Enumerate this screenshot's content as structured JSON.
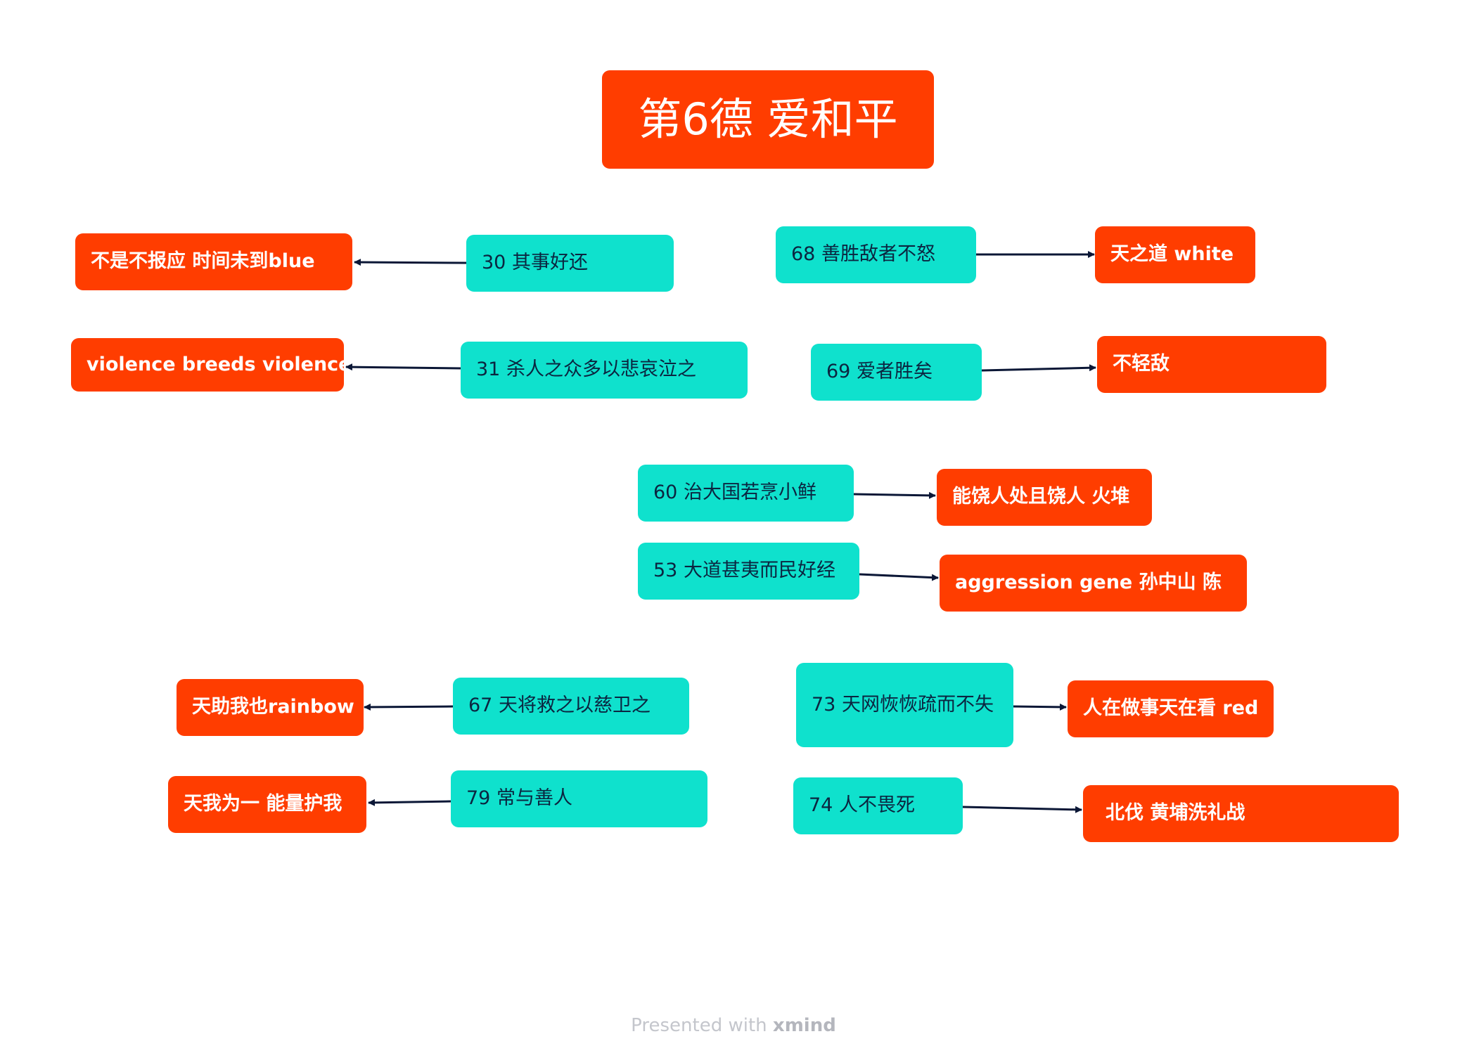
{
  "title": "第6德 爱和平",
  "nodes": {
    "n30": "30 其事好还",
    "blue": "不是不报应 时间未到blue",
    "n31": "31 杀人之众多以悲哀泣之",
    "violence": "violence breeds violence",
    "n68": "68 善胜敌者不怒",
    "white": "天之道 white",
    "n69": "69 爱者胜矣",
    "qingdi": "不轻敌",
    "n60": "60 治大国若烹小鲜",
    "huodui": "能饶人处且饶人 火堆",
    "n53": "53 大道甚夷而民好经",
    "aggression": "aggression gene 孙中山 陈",
    "n67": "67 天将救之以慈卫之",
    "rainbow": "天助我也rainbow",
    "n79": "79 常与善人",
    "huwo": "天我为一 能量护我",
    "n73": "73 天网恢恢疏而不失",
    "red": "人在做事天在看 red",
    "n74": "74 人不畏死",
    "beifa": "北伐 黄埔洗礼战"
  },
  "colors": {
    "topic_orange": "#ff3d00",
    "topic_cyan": "#0fe1cd",
    "connector": "#0b1736",
    "footer_text": "#c4c6cc"
  },
  "footer": {
    "prefix": "Presented with",
    "brand": "xmind"
  }
}
